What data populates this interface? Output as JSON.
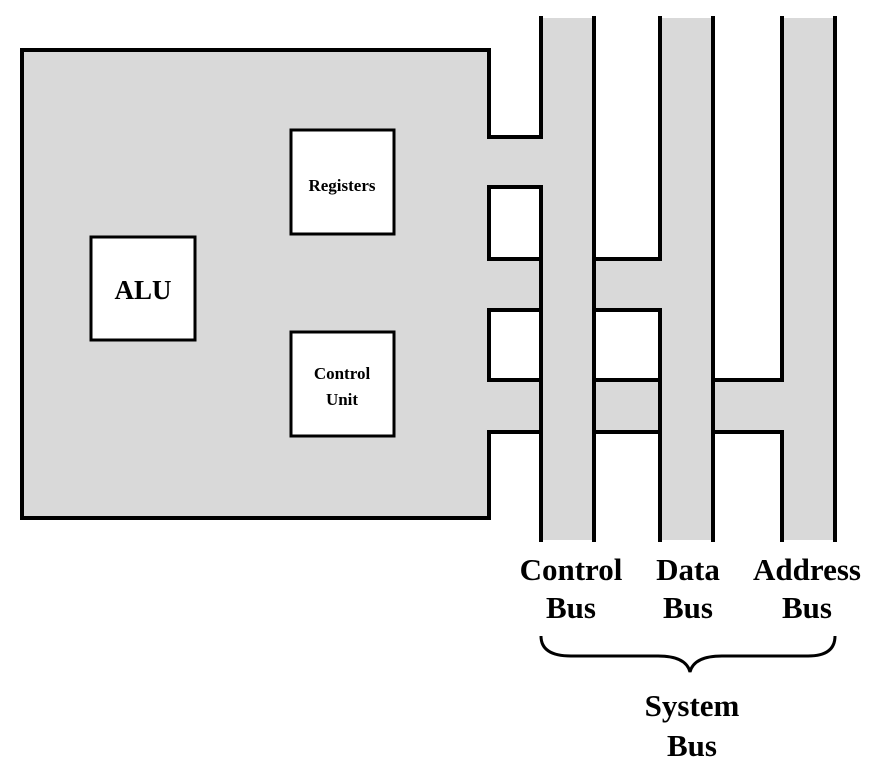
{
  "cpu": {
    "alu_label": "ALU",
    "registers_label": "Registers",
    "control_unit_label": [
      "Control",
      "Unit"
    ]
  },
  "buses": [
    {
      "name_line1": "Control",
      "name_line2": "Bus"
    },
    {
      "name_line1": "Data",
      "name_line2": "Bus"
    },
    {
      "name_line1": "Address",
      "name_line2": "Bus"
    }
  ],
  "system_bus": {
    "line1": "System",
    "line2": "Bus"
  },
  "colors": {
    "fill": "#d9d9d9",
    "stroke": "#000000",
    "box": "#ffffff"
  }
}
